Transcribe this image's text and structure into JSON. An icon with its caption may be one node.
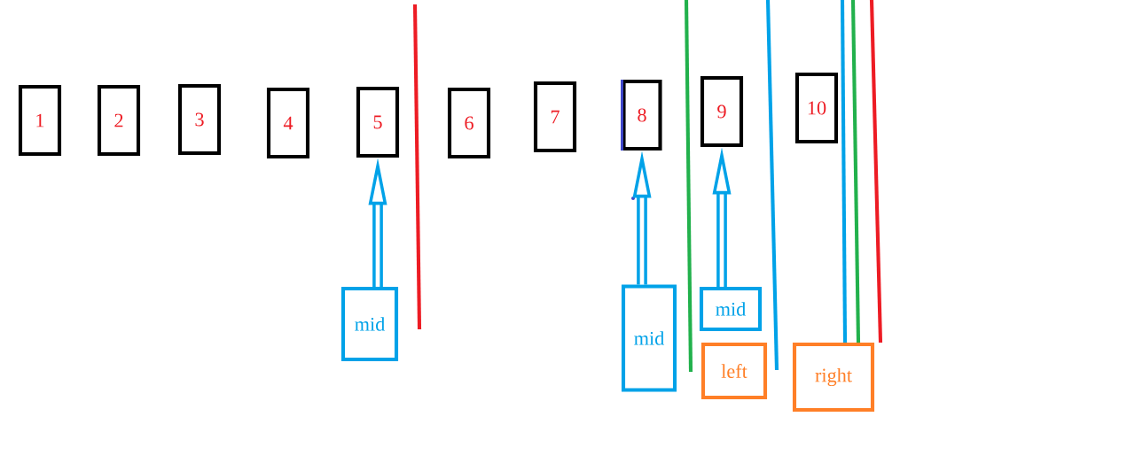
{
  "diagram": {
    "nodes": [
      {
        "text": [
          "1"
        ]
      },
      {
        "text": [
          "2"
        ]
      },
      {
        "text": [
          "3"
        ]
      },
      {
        "text": [
          "4"
        ]
      },
      {
        "text": [
          "5"
        ]
      },
      {
        "text": [
          "6"
        ]
      },
      {
        "text": [
          "7"
        ]
      },
      {
        "text": [
          "8"
        ]
      },
      {
        "text": [
          "9"
        ]
      },
      {
        "text": [
          "10"
        ]
      },
      {
        "text": [
          "mid"
        ]
      },
      {
        "text": [
          "mid"
        ]
      },
      {
        "text": [
          "mid"
        ]
      },
      {
        "text": [
          "left"
        ]
      },
      {
        "text": [
          "right"
        ]
      }
    ],
    "edges": [
      {
        "from": 10,
        "to": 4,
        "arrow": "to",
        "style": "thick"
      },
      {
        "from": 11,
        "to": 7,
        "arrow": "to",
        "style": "thick"
      },
      {
        "from": 12,
        "to": 8,
        "arrow": "to",
        "style": "thick"
      },
      {
        "from": 14,
        "to": null,
        "arrow": "none"
      },
      {
        "from": 14,
        "to": null,
        "arrow": "none",
        "color": "#22b14c"
      },
      {
        "from": 14,
        "to": null,
        "arrow": "none",
        "color": "#ed1c24"
      }
    ]
  }
}
